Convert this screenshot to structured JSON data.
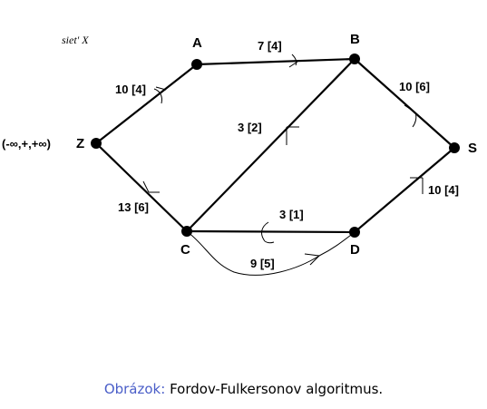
{
  "diagram": {
    "title": "siet' X",
    "nodes": {
      "A": "A",
      "B": "B",
      "C": "C",
      "D": "D",
      "S": "S",
      "Z": "Z"
    },
    "source_label": "(-∞,+,+∞)",
    "edges": {
      "ZA": "10 [4]",
      "AB": "7 [4]",
      "BS": "10 [6]",
      "CB": "3 [2]",
      "ZC": "13 [6]",
      "DC": "3 [1]",
      "DS": "10 [4]",
      "CD": "9 [5]"
    }
  },
  "caption": {
    "lead": "Obrázok:",
    "text": "Fordov-Fulkersonov algoritmus."
  }
}
